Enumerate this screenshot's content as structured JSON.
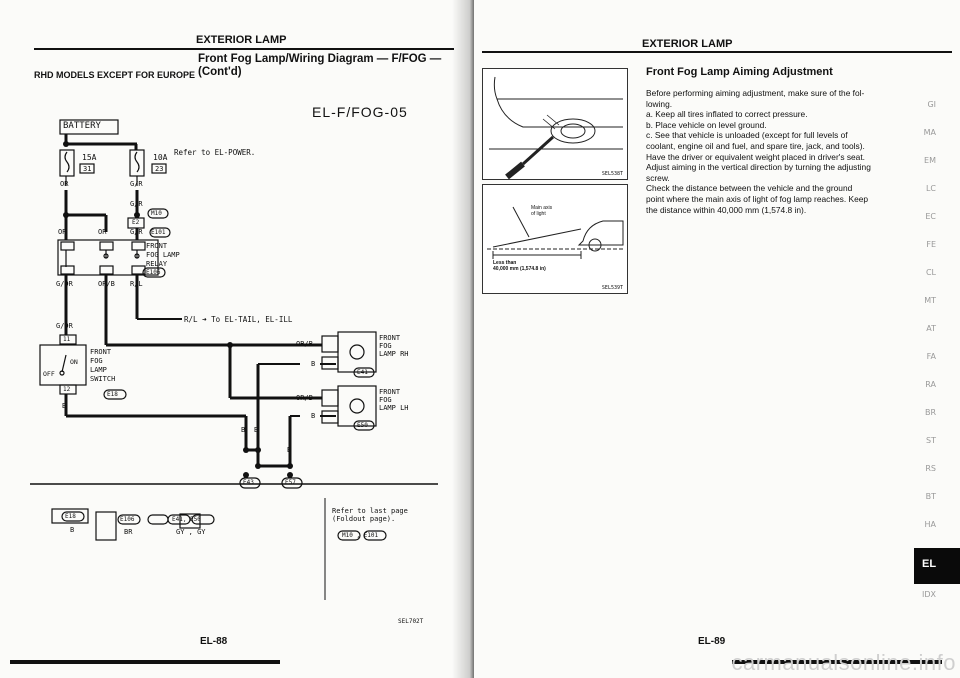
{
  "left_page": {
    "header": "EXTERIOR LAMP",
    "title_line1": "Front Fog Lamp/Wiring Diagram — F/FOG —",
    "title_line2": "(Cont'd)",
    "model_note": "RHD MODELS EXCEPT FOR EUROPE",
    "diagram_code": "EL-F/FOG-05",
    "battery": "BATTERY",
    "fuse_15a": "15A",
    "fuse_15a_num": "31",
    "fuse_10a": "10A",
    "fuse_10a_num": "23",
    "refer_power": "Refer to EL-POWER.",
    "wire_or": "OR",
    "wire_gr": "G/R",
    "conn_m10": "M10",
    "conn_e2": "E2",
    "conn_e101": "E101",
    "wire_or2": "OR",
    "wire_or3": "OR",
    "wire_gr2": "G/R",
    "relay_label_1": "FRONT",
    "relay_label_2": "FOG LAMP",
    "relay_label_3": "RELAY",
    "conn_e106": "E106",
    "wire_gor": "G/OR",
    "wire_orb": "OR/B",
    "wire_rl": "R/L",
    "to_tail": "R/L  ➜  To EL-TAIL, EL-ILL",
    "wire_gor2": "G/OR",
    "switch_num": "11",
    "switch_label_1": "FRONT",
    "switch_label_2": "FOG",
    "switch_label_3": "LAMP",
    "switch_label_4": "SWITCH",
    "switch_on": "ON",
    "switch_off": "OFF",
    "switch_num2": "12",
    "conn_e18": "E18",
    "wire_b": "B",
    "rh_wire": "OR/B",
    "rh_b": "B",
    "rh_label_1": "FRONT",
    "rh_label_2": "FOG",
    "rh_label_3": "LAMP",
    "rh_label_4": "RH",
    "conn_e41": "E41",
    "lh_wire": "OR/B",
    "lh_b": "B",
    "lh_label_1": "FRONT",
    "lh_label_2": "FOG",
    "lh_label_3": "LAMP",
    "lh_label_4": "LH",
    "conn_e50": "E50",
    "ground_b1": "B",
    "ground_b2": "B",
    "ground_b3": "B",
    "ground_e43": "E43",
    "ground_e57": "E57",
    "conn_row_e18": "E18",
    "conn_row_b": "B",
    "conn_row_e106": "E106",
    "conn_row_br": "BR",
    "conn_row_e41_e50": "E41, E50",
    "conn_row_gy": "GY , GY",
    "refer_last": "Refer to last page (Foldout page).",
    "refer_codes": "M10 , E101",
    "fig_code": "SEL702T",
    "page_number": "EL-88"
  },
  "right_page": {
    "header": "EXTERIOR LAMP",
    "section_title": "Front Fog Lamp Aiming Adjustment",
    "intro": "Before performing aiming adjustment, make sure of the fol- lowing.",
    "step_a": "a. Keep all tires inflated to correct pressure.",
    "step_b": "b. Place vehicle on level ground.",
    "step_c": "c. See that vehicle is unloaded (except for full levels of coolant, engine oil and fuel, and spare tire, jack, and tools). Have the driver or equivalent weight placed in driver's seat.",
    "adjust_1": "Adjust aiming in the vertical direction by turning the adjusting screw.",
    "adjust_2": "Check the distance between the vehicle and the ground point where the main axis of light of fog lamp reaches. Keep the distance within 40,000 mm (1,574.8 in).",
    "fig1_code": "SEL538T",
    "fig2_label_1": "Main axis",
    "fig2_label_2": "of light",
    "fig2_less": "Less than",
    "fig2_dist": "40,000 mm (1,574.8 in)",
    "fig2_code": "SEL539T",
    "page_number": "EL-89",
    "side_tabs": [
      "GI",
      "MA",
      "EM",
      "LC",
      "EC",
      "FE",
      "CL",
      "MT",
      "AT",
      "FA",
      "RA",
      "BR",
      "ST",
      "RS",
      "BT",
      "HA"
    ],
    "el_tab": "EL",
    "idx_tab": "IDX",
    "watermark": "carmanualsonline.info"
  }
}
